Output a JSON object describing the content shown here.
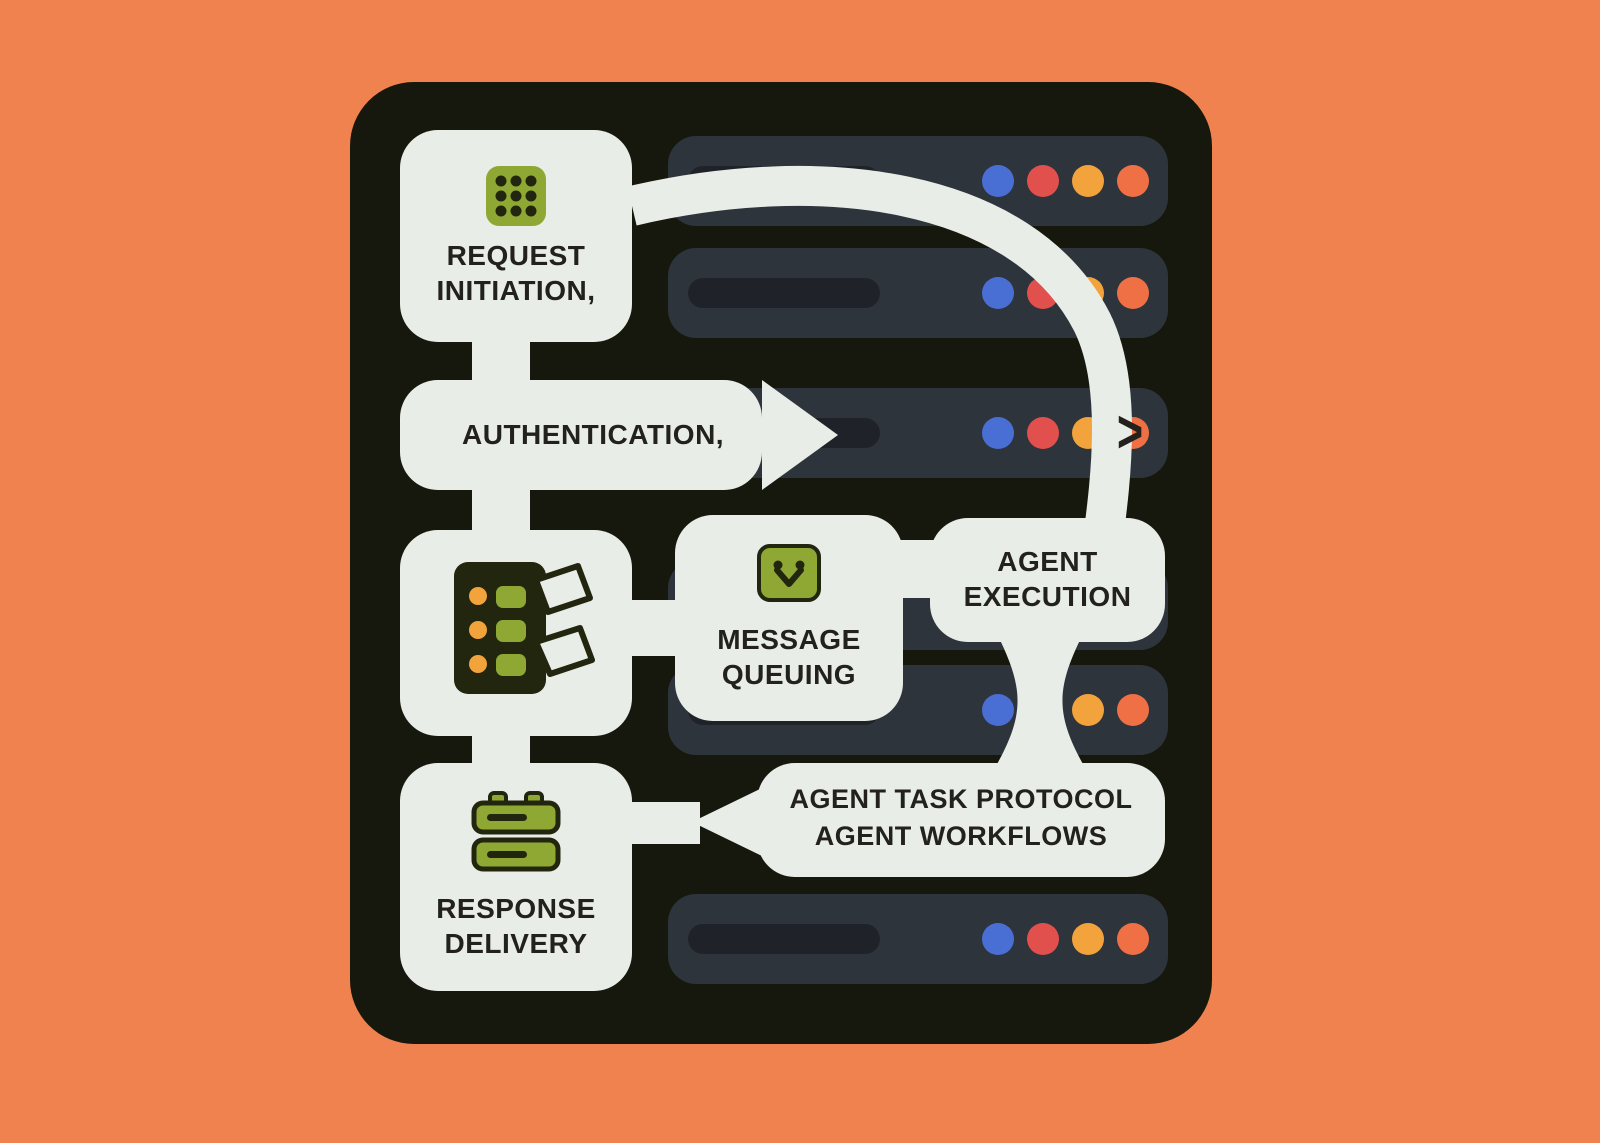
{
  "title": "Agent task protocol workflow diagram",
  "colors": {
    "background": "#F0824F",
    "panel": "#16180D",
    "node": "#E9EDE7",
    "text": "#22211C",
    "server_bar": "#2E343C",
    "server_slot": "#1F2329",
    "icon_green": "#8FA834",
    "icon_dark": "#23260F",
    "dot_blue": "#4A6FD4",
    "dot_red": "#E2504E",
    "dot_amber": "#F2A33C",
    "dot_coral": "#F07046"
  },
  "server_panel": {
    "rows": 6,
    "dots_per_row": 4,
    "dot_colors": [
      "#4A6FD4",
      "#E2504E",
      "#F2A33C",
      "#F07046"
    ]
  },
  "flow": {
    "request_initiation": {
      "line1": "REQUEST",
      "line2": "INITIATION,",
      "icon": "dice-grid-icon"
    },
    "authentication": {
      "label": "AUTHENTICATION,",
      "chevron": ">",
      "icon": "chevron-right-icon"
    },
    "checklist_step": {
      "icon": "checklist-icon"
    },
    "message_queuing": {
      "line1": "MESSAGE",
      "line2": "QUEUING",
      "icon": "inbox-check-icon"
    },
    "agent_execution": {
      "line1": "AGENT",
      "line2": "EXECUTION"
    },
    "agent_task_protocol": {
      "line1": "AGENT TASK PROTOCOL",
      "line2": "AGENT WORKFLOWS"
    },
    "response_delivery": {
      "line1": "RESPONSE",
      "line2": "DELIVERY",
      "icon": "server-stack-icon"
    }
  }
}
